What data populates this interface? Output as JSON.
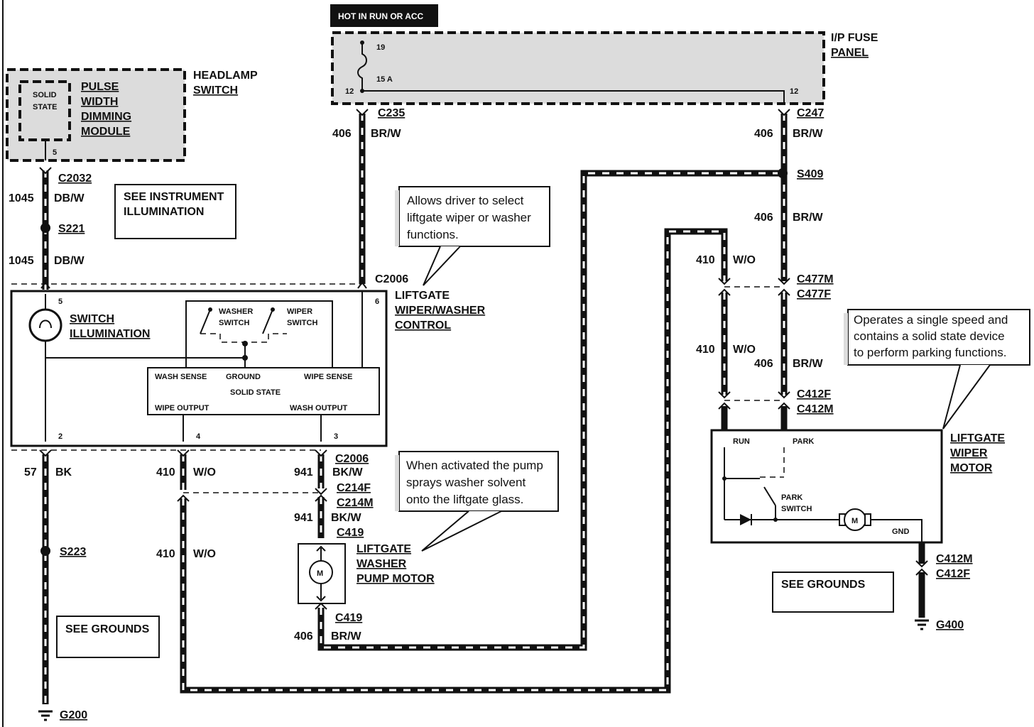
{
  "top_label": "HOT IN RUN OR ACC",
  "fuse_panel": {
    "name_line1": "I/P FUSE",
    "name_line2": "PANEL",
    "pin_19": "19",
    "fuse": "15 A",
    "pin_12_left": "12",
    "pin_12_right": "12"
  },
  "headlamp_switch": {
    "name_line1": "HEADLAMP",
    "name_line2": "SWITCH",
    "solid_line1": "SOLID",
    "solid_line2": "STATE",
    "module_line1": "PULSE",
    "module_line2": "WIDTH",
    "module_line3": "DIMMING",
    "module_line4": "MODULE",
    "pin": "5"
  },
  "left_branch": {
    "c2032": "C2032",
    "circuit1": "1045",
    "color1": "DB/W",
    "s221": "S221",
    "circuit2": "1045",
    "color2": "DB/W"
  },
  "see_instrument": {
    "line1": "SEE INSTRUMENT",
    "line2": "ILLUMINATION"
  },
  "c235": {
    "conn": "C235",
    "circuit": "406",
    "color": "BR/W"
  },
  "c247": {
    "conn": "C247",
    "circuit": "406",
    "color": "BR/W"
  },
  "s409": {
    "splice": "S409",
    "circuit": "406",
    "color": "BR/W"
  },
  "note_control": {
    "line1": "Allows driver to select",
    "line2": "liftgate wiper or washer",
    "line3": "functions."
  },
  "control": {
    "conn": "C2006",
    "name_line1": "LIFTGATE",
    "name_line2": "WIPER/WASHER",
    "name_line3": "CONTROL",
    "pin5": "5",
    "pin6": "6",
    "pin2": "2",
    "pin4": "4",
    "pin3": "3",
    "illum_line1": "SWITCH",
    "illum_line2": "ILLUMINATION",
    "washer_line1": "WASHER",
    "washer_line2": "SWITCH",
    "wiper_line1": "WIPER",
    "wiper_line2": "SWITCH",
    "wash_sense": "WASH SENSE",
    "ground": "GROUND",
    "wipe_sense": "WIPE SENSE",
    "solid_state": "SOLID STATE",
    "wipe_output": "WIPE OUTPUT",
    "wash_output": "WASH OUTPUT"
  },
  "connector_c477": {
    "circuit_left": "410",
    "color_left": "W/O",
    "top": "C477M",
    "bottom": "C477F",
    "circuit_left2": "410",
    "color_left2": "W/O",
    "circuit_right2": "406",
    "color_right2": "BR/W"
  },
  "connector_c412": {
    "top": "C412F",
    "bottom": "C412M"
  },
  "note_motor": {
    "line1": "Operates a single speed and",
    "line2": "contains a solid state device",
    "line3": "to perform parking functions."
  },
  "motor": {
    "name_line1": "LIFTGATE",
    "name_line2": "WIPER",
    "name_line3": "MOTOR",
    "run": "RUN",
    "park": "PARK",
    "park_sw_line1": "PARK",
    "park_sw_line2": "SWITCH",
    "gnd": "GND",
    "m": "M"
  },
  "motor_ground": {
    "conn_top": "C412M",
    "conn_bottom": "C412F",
    "ground": "G400"
  },
  "see_grounds_right": "SEE GROUNDS",
  "bottom_left": {
    "circuit": "57",
    "color": "BK",
    "s223": "S223",
    "ground": "G200"
  },
  "see_grounds_left": "SEE GROUNDS",
  "wire_410": {
    "circuit1": "410",
    "color1": "W/O",
    "circuit2": "410",
    "color2": "W/O"
  },
  "pump_branch": {
    "c2006": "C2006",
    "circuit1": "941",
    "color1": "BK/W",
    "c214f": "C214F",
    "c214m": "C214M",
    "circuit2": "941",
    "color2": "BK/W",
    "c419_top": "C419",
    "c419_bottom": "C419",
    "circuit3": "406",
    "color3": "BR/W",
    "m": "M"
  },
  "pump": {
    "name_line1": "LIFTGATE",
    "name_line2": "WASHER",
    "name_line3": "PUMP MOTOR"
  },
  "note_pump": {
    "line1": "When activated the pump",
    "line2": "sprays washer solvent",
    "line3": "onto the liftgate glass."
  }
}
